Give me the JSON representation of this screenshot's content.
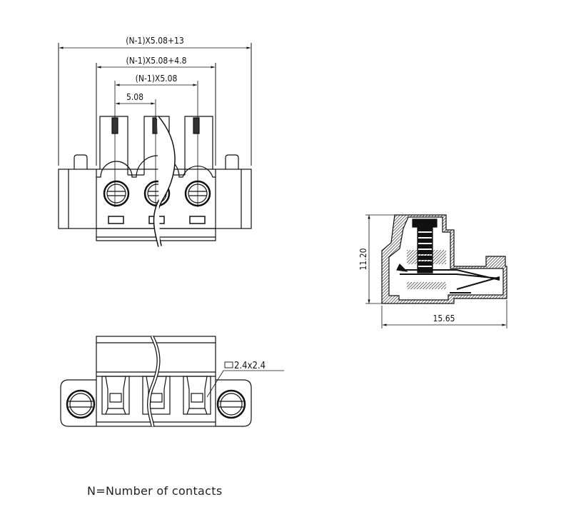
{
  "dimensions": {
    "overall_width": "(N-1)X5.08+13",
    "body_width": "(N-1)X5.08+4.8",
    "pitch_span": "(N-1)X5.08",
    "pitch": "5.08",
    "height": "11.20",
    "depth": "15.65",
    "pin_size": "2.4x2.4"
  },
  "note": "N=Number of contacts"
}
